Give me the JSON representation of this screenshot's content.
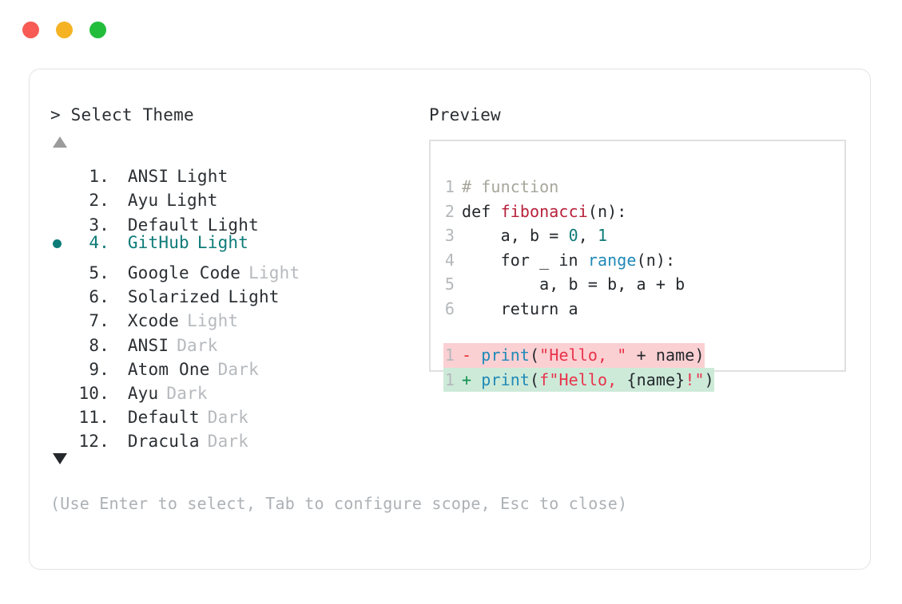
{
  "window": {
    "traffic_lights": [
      {
        "name": "close",
        "color": "#f85b54"
      },
      {
        "name": "minimize",
        "color": "#f5b324"
      },
      {
        "name": "maximize",
        "color": "#23bd3c"
      }
    ]
  },
  "selector": {
    "prompt": "> Select Theme",
    "scroll_up_icon": "triangle-up-icon",
    "scroll_down_icon": "triangle-down-icon",
    "selected_index": 4,
    "accent_color": "#0d7b78",
    "items": [
      {
        "index": "1.",
        "name": "ANSI",
        "variant": "Light",
        "variant_muted": false,
        "selected": false
      },
      {
        "index": "2.",
        "name": "Ayu",
        "variant": "Light",
        "variant_muted": false,
        "selected": false
      },
      {
        "index": "3.",
        "name": "Default",
        "variant": "Light",
        "variant_muted": false,
        "selected": false
      },
      {
        "index": "4.",
        "name": "GitHub",
        "variant": "Light",
        "variant_muted": false,
        "selected": true
      },
      {
        "index": "5.",
        "name": "Google Code",
        "variant": "Light",
        "variant_muted": true,
        "selected": false
      },
      {
        "index": "6.",
        "name": "Solarized",
        "variant": "Light",
        "variant_muted": false,
        "selected": false
      },
      {
        "index": "7.",
        "name": "Xcode",
        "variant": "Light",
        "variant_muted": true,
        "selected": false
      },
      {
        "index": "8.",
        "name": "ANSI",
        "variant": "Dark",
        "variant_muted": true,
        "selected": false
      },
      {
        "index": "9.",
        "name": "Atom One",
        "variant": "Dark",
        "variant_muted": true,
        "selected": false
      },
      {
        "index": "10.",
        "name": "Ayu",
        "variant": "Dark",
        "variant_muted": true,
        "selected": false
      },
      {
        "index": "11.",
        "name": "Default",
        "variant": "Dark",
        "variant_muted": true,
        "selected": false
      },
      {
        "index": "12.",
        "name": "Dracula",
        "variant": "Dark",
        "variant_muted": true,
        "selected": false
      }
    ],
    "hint": "(Use Enter to select, Tab to configure scope, Esc to close)"
  },
  "preview": {
    "title": "Preview",
    "code_lines": [
      {
        "number": "1",
        "tokens": [
          {
            "text": "# function",
            "type": "comment"
          }
        ]
      },
      {
        "number": "2",
        "tokens": [
          {
            "text": "def ",
            "type": "def"
          },
          {
            "text": "fibonacci",
            "type": "fn"
          },
          {
            "text": "(n):",
            "type": "plain"
          }
        ]
      },
      {
        "number": "3",
        "tokens": [
          {
            "text": "    a, b = ",
            "type": "plain"
          },
          {
            "text": "0",
            "type": "num"
          },
          {
            "text": ", ",
            "type": "plain"
          },
          {
            "text": "1",
            "type": "num"
          }
        ]
      },
      {
        "number": "4",
        "tokens": [
          {
            "text": "    for _ in ",
            "type": "plain"
          },
          {
            "text": "range",
            "type": "builtin"
          },
          {
            "text": "(n):",
            "type": "plain"
          }
        ]
      },
      {
        "number": "5",
        "tokens": [
          {
            "text": "        a, b = b, a + b",
            "type": "plain"
          }
        ]
      },
      {
        "number": "6",
        "tokens": [
          {
            "text": "    return a",
            "type": "plain"
          }
        ]
      }
    ],
    "diff_lines": [
      {
        "number": "1",
        "marker": "-",
        "kind": "deletion",
        "background": "#fbd0d3",
        "tokens": [
          {
            "text": "print",
            "type": "call"
          },
          {
            "text": "(",
            "type": "plain"
          },
          {
            "text": "\"Hello, \"",
            "type": "str"
          },
          {
            "text": " + name)",
            "type": "plain"
          }
        ]
      },
      {
        "number": "1",
        "marker": "+",
        "kind": "addition",
        "background": "#cdead9",
        "tokens": [
          {
            "text": "print",
            "type": "call"
          },
          {
            "text": "(",
            "type": "plain"
          },
          {
            "text": "f\"Hello, ",
            "type": "str"
          },
          {
            "text": "{name}",
            "type": "plain"
          },
          {
            "text": "!\"",
            "type": "str"
          },
          {
            "text": ")",
            "type": "plain"
          }
        ]
      }
    ]
  }
}
